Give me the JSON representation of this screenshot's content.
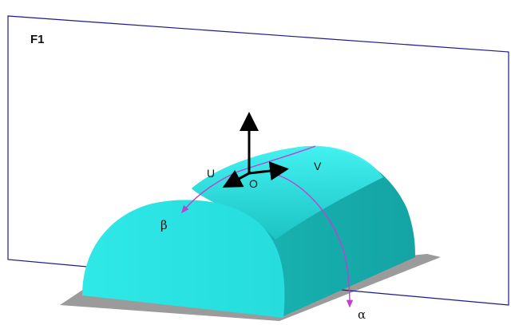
{
  "labels": {
    "plane": "F1",
    "origin": "O",
    "u_axis": "U",
    "v_axis": "V",
    "curve_beta": "β",
    "curve_alpha": "α"
  },
  "colors": {
    "plane_outline": "#1a1a8c",
    "vault_light": "#33f0f0",
    "vault_mid": "#22d2d2",
    "vault_dark": "#17a9a9",
    "base_plate": "#9e9e9e",
    "curve": "#c040d0",
    "axes": "#000000"
  }
}
